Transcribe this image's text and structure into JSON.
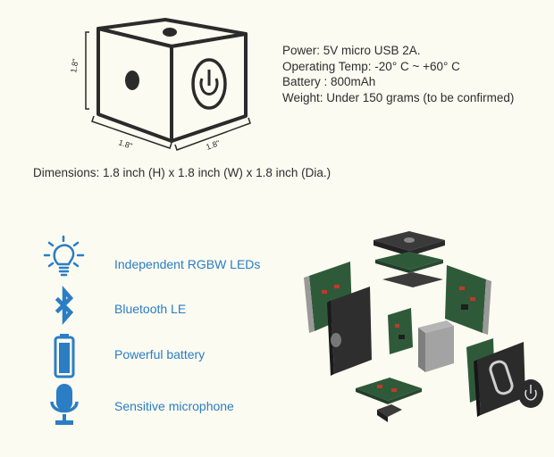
{
  "product_sheet": {
    "specs": [
      "Power: 5V micro USB  2A.",
      "Operating Temp: -20° C ~ +60° C",
      "Battery : 800mAh",
      "Weight: Under 150 grams (to be confirmed)"
    ],
    "dimensions_text": "Dimensions: 1.8 inch (H) x 1.8 inch (W) x 1.8 inch (Dia.)",
    "cube_labels": {
      "height": "1.8\"",
      "width": "1.8\"",
      "depth": "1.8\""
    },
    "features": [
      {
        "icon": "lightbulb-icon",
        "label": "Independent RGBW LEDs"
      },
      {
        "icon": "bluetooth-icon",
        "label": "Bluetooth LE"
      },
      {
        "icon": "battery-icon",
        "label": "Powerful battery"
      },
      {
        "icon": "microphone-icon",
        "label": "Sensitive microphone"
      }
    ],
    "colors": {
      "accent": "#2b7dc4",
      "text": "#2e2e2e",
      "background": "#fbfbf1",
      "board_green": "#2f5a3a"
    }
  }
}
